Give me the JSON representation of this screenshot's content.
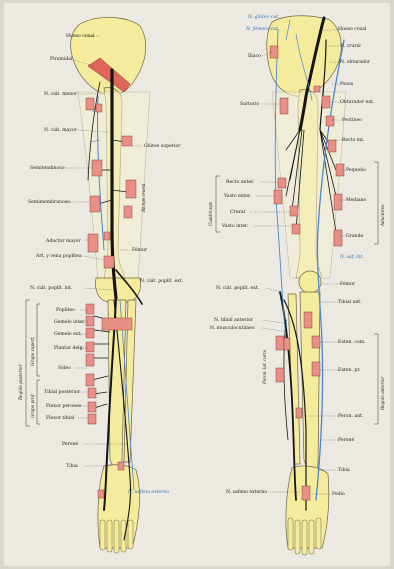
{
  "colors": {
    "bone": "#f4ec9c",
    "muscle_tab": "#e0655a",
    "nerve": "#151515",
    "vein": "#4a86cf",
    "page": "#ebe9e1",
    "background": "#d8d6cf"
  },
  "left_figure": {
    "labels": [
      "Hueso coxal",
      "Piramidal",
      "N. ciát. menor",
      "N. ciát. mayor",
      "Glúteo superior",
      "Semitendinoso",
      "Semimembranoso",
      "Bíceps crural",
      "Aductor mayor",
      "Art. y vena poplítea",
      "Fémur",
      "N. ciát. poplít. int.",
      "N. ciát. poplít. ext.",
      "Popliteo",
      "Gemelo inter",
      "Gemelo ext.",
      "Plantar delg.",
      "Sóleo",
      "Tibial posterior",
      "Flexor peroneo",
      "Flexor tibial",
      "Peroné",
      "Tibia",
      "N. safeno externo"
    ],
    "bracket_labels": [
      "Región posterior",
      "Grupo prof.",
      "Grupo superf."
    ]
  },
  "right_figure": {
    "labels": [
      "N. glúteo-cut.",
      "N. fémoro-cut.",
      "Hueso coxal",
      "N. crural",
      "Ilíaco",
      "N. obturador",
      "Psoas",
      "Obturador ext.",
      "Sartorio",
      "Pectíneo",
      "Recto int.",
      "Pequeño",
      "Mediano",
      "Grande",
      "Recto anter.",
      "Vasto exter.",
      "Crural",
      "Vasto inter.",
      "N. saf. int.",
      "Fémur",
      "N. ciát. poplít. ext.",
      "Tibial ant.",
      "N. tibial anterior",
      "N. musculocutáneo",
      "Exten. com.",
      "Exten. pr.",
      "Peron. lat. corto",
      "Peron. ant.",
      "Peroné",
      "Tibia",
      "N. safeno externo",
      "Pedio"
    ],
    "bracket_labels": [
      "Aductores",
      "Cuádriceps",
      "Región anterior"
    ]
  }
}
